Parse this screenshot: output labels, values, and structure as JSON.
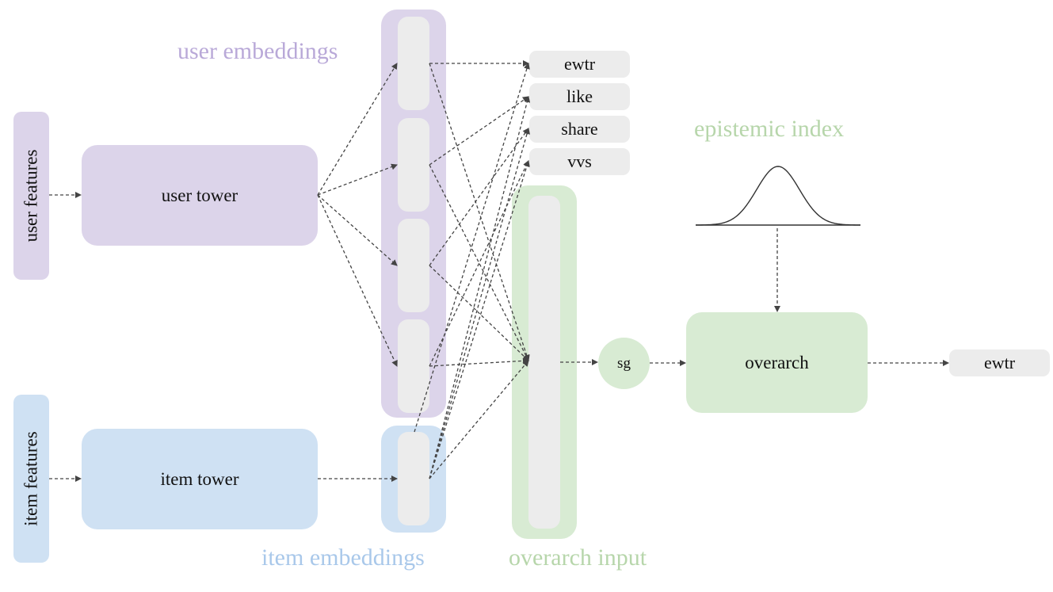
{
  "inputs": {
    "user_features": "user features",
    "item_features": "item features"
  },
  "towers": {
    "user": "user tower",
    "item": "item tower"
  },
  "titles": {
    "user_embeddings": "user embeddings",
    "item_embeddings": "item embeddings",
    "overarch_input": "overarch input",
    "epistemic_index": "epistemic index"
  },
  "heads": [
    "ewtr",
    "like",
    "share",
    "vvs"
  ],
  "stop_gradient": "sg",
  "overarch": "overarch",
  "output": "ewtr",
  "colors": {
    "user": "#dcd4ea",
    "item": "#cfe1f3",
    "overarch": "#d8ebd3",
    "cell": "#ececec",
    "user_title": "#b9a9d8",
    "item_title": "#a9c8ea",
    "overarch_title": "#b7d6ab"
  }
}
